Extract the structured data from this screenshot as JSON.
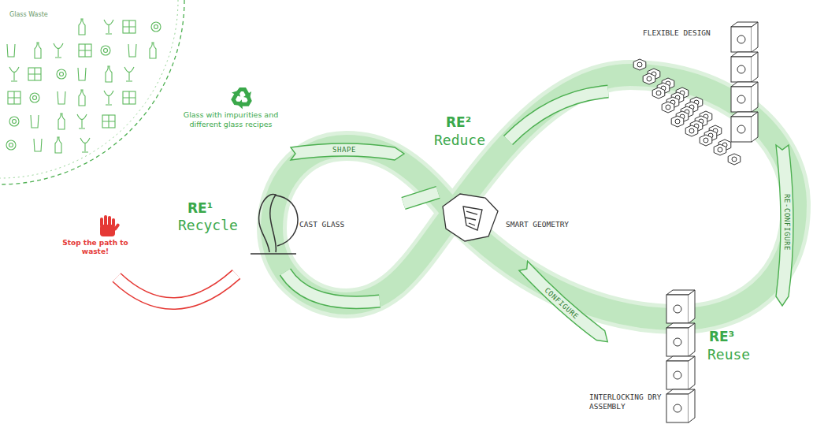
{
  "diagram": {
    "nodes": [
      {
        "text": [
          "Glass Waste"
        ]
      },
      {
        "text": [
          "SHAPE"
        ]
      },
      {
        "text": [
          "CONFIGURE"
        ]
      },
      {
        "text": [
          "RE-CONFIGURE"
        ]
      }
    ],
    "labels": [
      "Glass with impurities and different glass recipes",
      "Stop the path to waste!",
      "RE¹",
      "Recycle",
      "CAST GLASS",
      "RE²",
      "Reduce",
      "SMART GEOMETRY",
      "FLEXIBLE DESIGN",
      "INTERLOCKING DRY ASSEMBLY",
      "RE³",
      "Reuse"
    ]
  }
}
